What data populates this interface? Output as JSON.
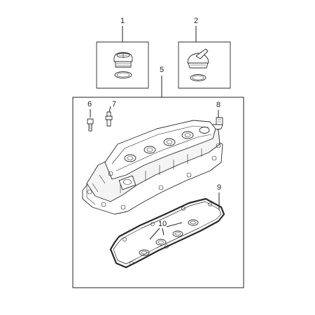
{
  "callouts": {
    "c1": "1",
    "c2": "2",
    "c5": "5",
    "c6": "6",
    "c7": "7",
    "c8": "8",
    "c9": "9",
    "c10": "10"
  },
  "colors": {
    "line": "#222222",
    "background": "#ffffff"
  }
}
